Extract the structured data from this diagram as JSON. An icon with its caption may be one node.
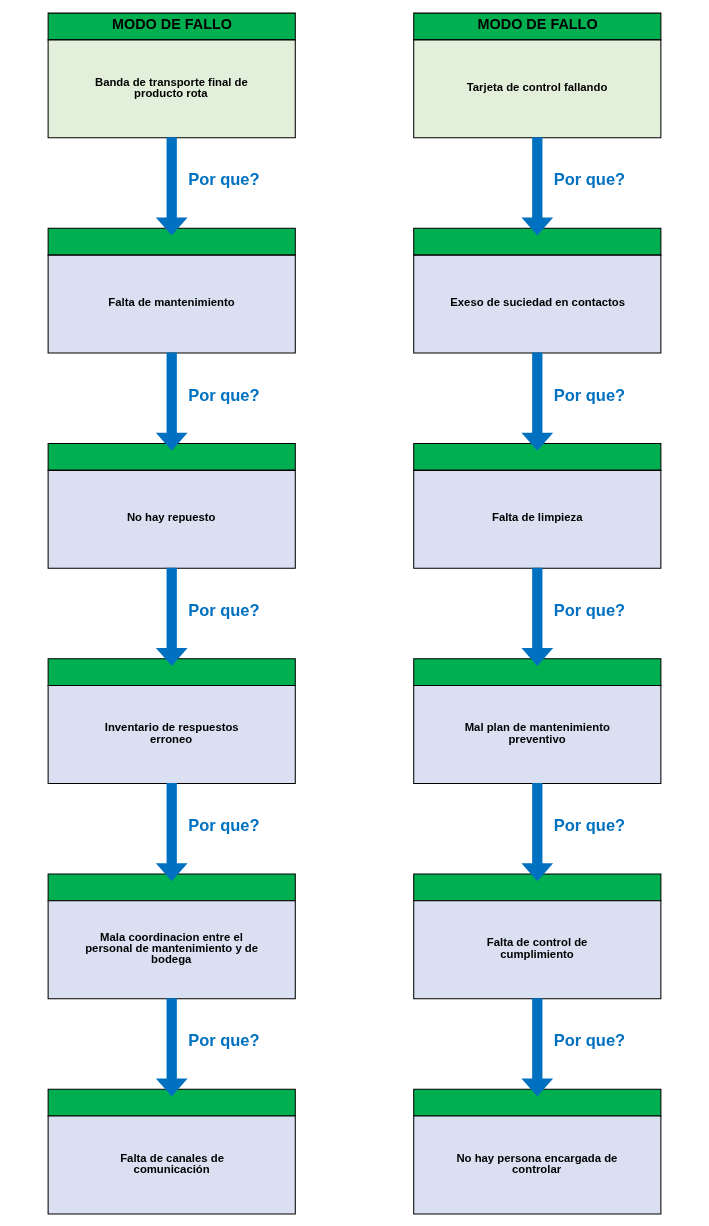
{
  "diagram": {
    "nodes": [
      {
        "text": [
          "MODO DE FALLO",
          "Banda de transporte final de producto rota"
        ]
      },
      {
        "text": [
          "Falta de mantenimiento"
        ]
      },
      {
        "text": [
          "No hay repuesto"
        ]
      },
      {
        "text": [
          "Inventario de respuestos erroneo"
        ]
      },
      {
        "text": [
          "Mala coordinacion entre el personal de mantenimiento y de bodega"
        ]
      },
      {
        "text": [
          "Falta de canales de comunicación"
        ]
      },
      {
        "text": [
          "MODO DE FALLO",
          "Tarjeta de control fallando"
        ]
      },
      {
        "text": [
          "Exeso de suciedad en contactos"
        ]
      },
      {
        "text": [
          "Falta de limpieza"
        ]
      },
      {
        "text": [
          "Mal plan de mantenimiento preventivo"
        ]
      },
      {
        "text": [
          "Falta de control de cumplimiento"
        ]
      },
      {
        "text": [
          "No hay persona encargada de controlar"
        ]
      }
    ],
    "edges": [
      {
        "from": 0,
        "to": 1,
        "arrow": "to",
        "label": "Por que?"
      },
      {
        "from": 1,
        "to": 2,
        "arrow": "to",
        "label": "Por que?"
      },
      {
        "from": 2,
        "to": 3,
        "arrow": "to",
        "label": "Por que?"
      },
      {
        "from": 3,
        "to": 4,
        "arrow": "to",
        "label": "Por que?"
      },
      {
        "from": 4,
        "to": 5,
        "arrow": "to",
        "label": "Por que?"
      },
      {
        "from": 6,
        "to": 7,
        "arrow": "to",
        "label": "Por que?"
      },
      {
        "from": 7,
        "to": 8,
        "arrow": "to",
        "label": "Por que?"
      },
      {
        "from": 8,
        "to": 9,
        "arrow": "to",
        "label": "Por que?"
      },
      {
        "from": 9,
        "to": 10,
        "arrow": "to",
        "label": "Por que?"
      },
      {
        "from": 10,
        "to": 11,
        "arrow": "to",
        "label": "Por que?"
      }
    ]
  }
}
